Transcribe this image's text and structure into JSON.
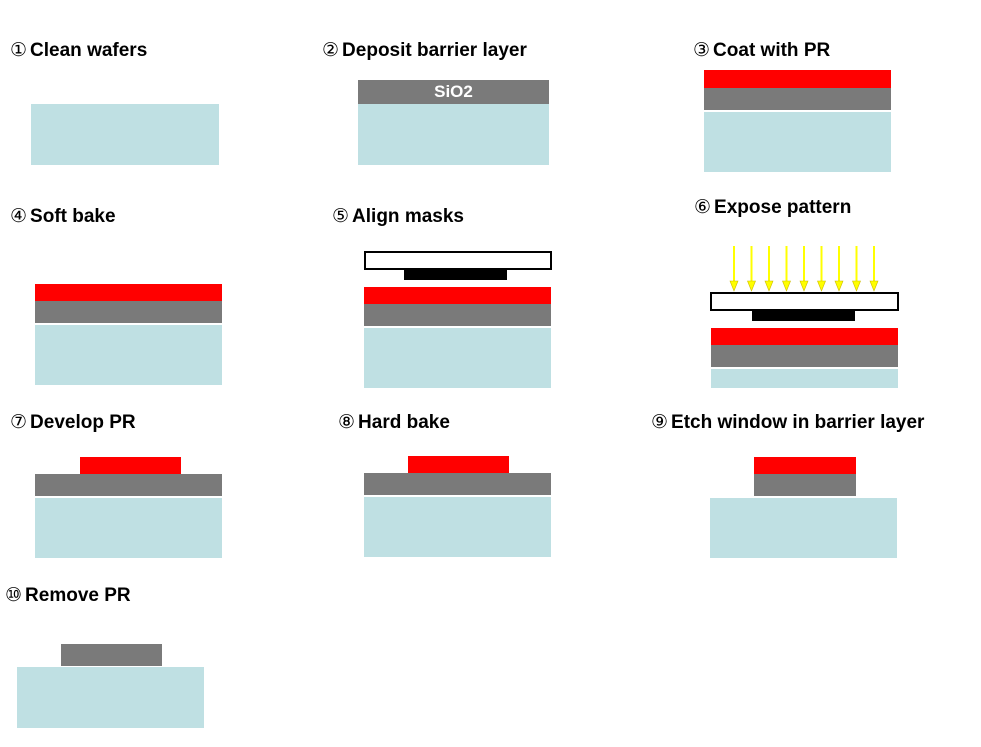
{
  "steps": [
    {
      "num": "①",
      "text": "Clean wafers"
    },
    {
      "num": "②",
      "text": "Deposit barrier layer"
    },
    {
      "num": "③",
      "text": "Coat with PR"
    },
    {
      "num": "④",
      "text": "Soft bake"
    },
    {
      "num": "⑤",
      "text": "Align masks"
    },
    {
      "num": "⑥",
      "text": "Expose pattern"
    },
    {
      "num": "⑦",
      "text": "Develop PR"
    },
    {
      "num": "⑧",
      "text": "Hard bake"
    },
    {
      "num": "⑨",
      "text": "Etch window in barrier layer"
    },
    {
      "num": "⑩",
      "text": "Remove PR"
    }
  ],
  "layer_labels": {
    "oxide": "SiO2"
  },
  "colors": {
    "substrate": "#bfe0e3",
    "barrier": "#7a7a7a",
    "photoresist": "#ff0000",
    "mask_pattern": "#000000",
    "uv_light": "#ffff00"
  }
}
